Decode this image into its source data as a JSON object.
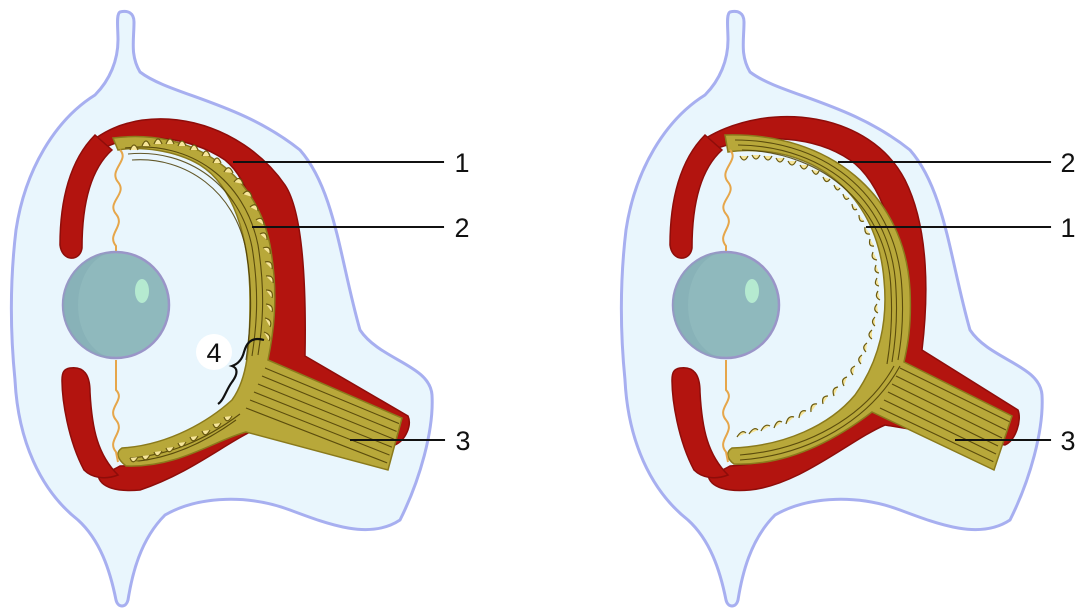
{
  "colors": {
    "eye_outline": "#a7aff0",
    "eye_fill": "#e9f6fd",
    "pigment_cup": "#b3140f",
    "pigment_cup_edge": "#8e0d0a",
    "retina_fill": "#b8a83a",
    "retina_light": "#f6e59a",
    "receptor_stroke": "#4a3c05",
    "lens_fill": "#8fb9bd",
    "lens_edge": "#9a95c8",
    "lens_highlight": "#b9efd2",
    "ligament": "#e6a64a",
    "leader_line": "#111111"
  },
  "icons": {
    "eye_left": "vertebrate-eye-icon",
    "eye_right": "cephalopod-eye-icon",
    "lens": "lens-icon",
    "optic_nerve": "optic-nerve-icon",
    "blind_spot": "brace-icon"
  },
  "eyes": [
    {
      "callouts": [
        {
          "text": "1"
        },
        {
          "text": "2"
        },
        {
          "text": "3"
        },
        {
          "text": "4"
        }
      ]
    },
    {
      "callouts": [
        {
          "text": "2"
        },
        {
          "text": "1"
        },
        {
          "text": "3"
        }
      ]
    }
  ]
}
